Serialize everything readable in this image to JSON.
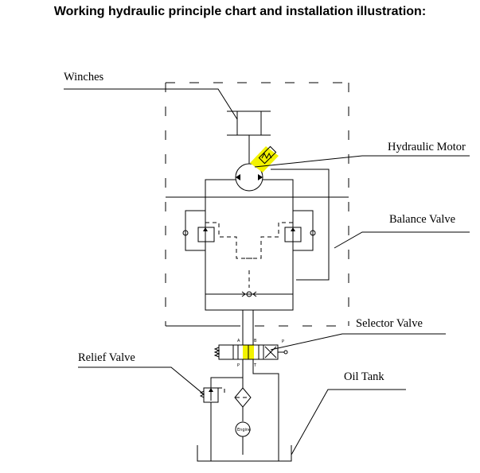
{
  "title": "Working hydraulic principle chart and installation illustration:",
  "labels": {
    "winches": "Winches",
    "hydraulic_motor": "Hydraulic Motor",
    "balance_valve": "Balance Valve",
    "selector_valve": "Selector Valve",
    "relief_valve": "Relief Valve",
    "oil_tank": "Oil Tank"
  },
  "ports": {
    "a": "A",
    "b": "B",
    "p": "P",
    "t": "T",
    "p_right": "P"
  },
  "engine_label": "Engine",
  "colors": {
    "highlight": "#f2f200",
    "line": "#000000"
  }
}
